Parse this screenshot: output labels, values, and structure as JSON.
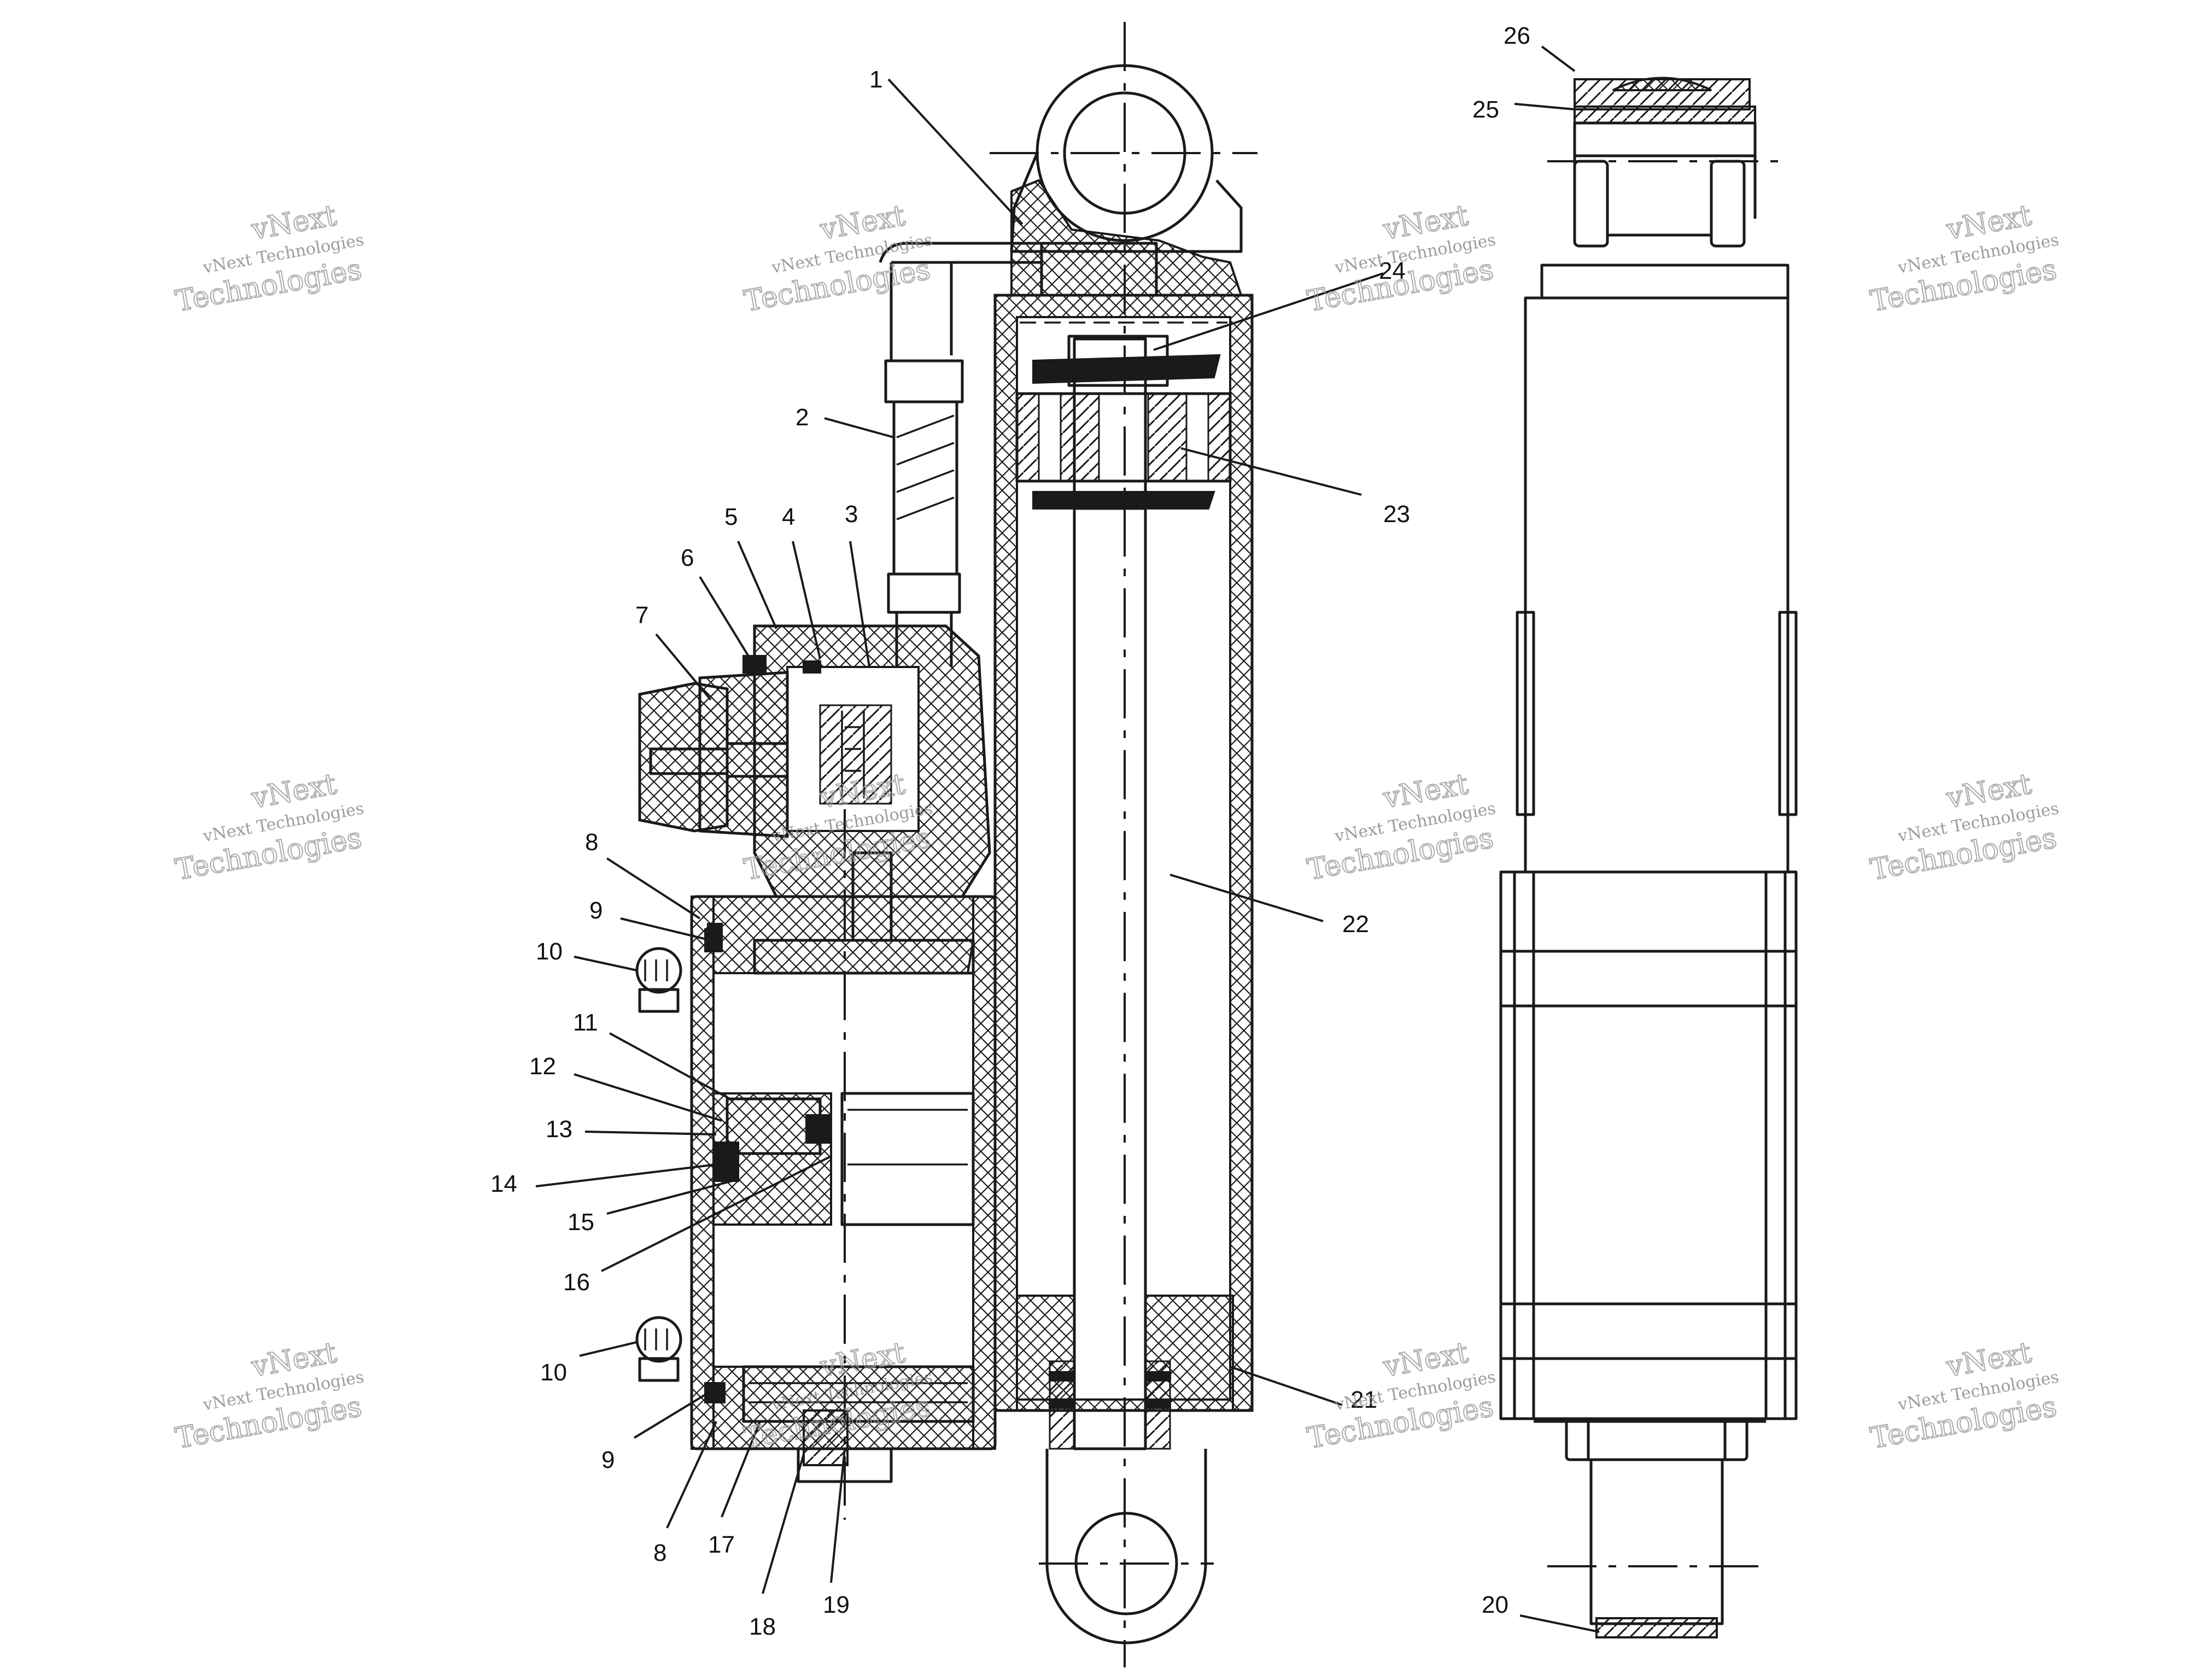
{
  "drawing": {
    "callouts": [
      {
        "id": "c1",
        "text": "1"
      },
      {
        "id": "c2",
        "text": "2"
      },
      {
        "id": "c3",
        "text": "3"
      },
      {
        "id": "c4",
        "text": "4"
      },
      {
        "id": "c5",
        "text": "5"
      },
      {
        "id": "c6",
        "text": "6"
      },
      {
        "id": "c7",
        "text": "7"
      },
      {
        "id": "c8a",
        "text": "8"
      },
      {
        "id": "c9a",
        "text": "9"
      },
      {
        "id": "c10a",
        "text": "10"
      },
      {
        "id": "c11",
        "text": "11"
      },
      {
        "id": "c12",
        "text": "12"
      },
      {
        "id": "c13",
        "text": "13"
      },
      {
        "id": "c14",
        "text": "14"
      },
      {
        "id": "c15",
        "text": "15"
      },
      {
        "id": "c16",
        "text": "16"
      },
      {
        "id": "c10b",
        "text": "10"
      },
      {
        "id": "c9b",
        "text": "9"
      },
      {
        "id": "c8b",
        "text": "8"
      },
      {
        "id": "c17",
        "text": "17"
      },
      {
        "id": "c18",
        "text": "18"
      },
      {
        "id": "c19",
        "text": "19"
      },
      {
        "id": "c20",
        "text": "20"
      },
      {
        "id": "c21",
        "text": "21"
      },
      {
        "id": "c22",
        "text": "22"
      },
      {
        "id": "c23",
        "text": "23"
      },
      {
        "id": "c24",
        "text": "24"
      },
      {
        "id": "c25",
        "text": "25"
      },
      {
        "id": "c26",
        "text": "26"
      }
    ]
  },
  "watermark": {
    "line1": "vNext",
    "line2": "vNext Technologies",
    "line3": "Technologies"
  }
}
